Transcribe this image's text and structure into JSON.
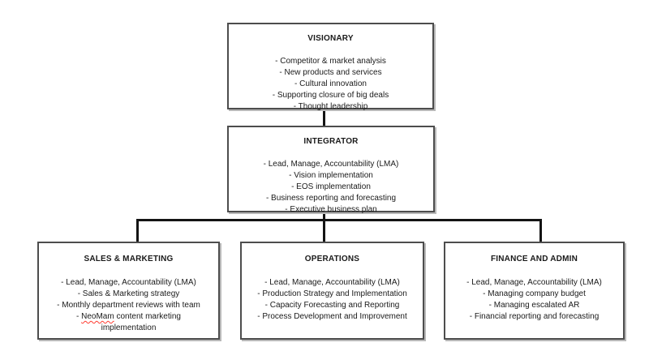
{
  "diagram": {
    "type": "org-chart",
    "colors": {
      "background": "#ffffff",
      "box_border": "#4d4d4d",
      "box_shadow": "#b8b8b8",
      "connector": "#141414",
      "text": "#1a1a1a",
      "spellcheck_underline": "#ff3b30"
    },
    "boxes": [
      {
        "id": "visionary",
        "title": "VISIONARY",
        "items": [
          "- Competitor & market analysis",
          "- New products and services",
          "- Cultural innovation",
          "- Supporting closure of big deals",
          "- Thought leadership"
        ]
      },
      {
        "id": "integrator",
        "title": "INTEGRATOR",
        "items": [
          "- Lead, Manage, Accountability (LMA)",
          "- Vision implementation",
          "- EOS implementation",
          "- Business reporting and forecasting",
          "- Executive business plan"
        ]
      },
      {
        "id": "sales-marketing",
        "title": "SALES & MARKETING",
        "items": [
          "- Lead, Manage, Accountability (LMA)",
          "- Sales & Marketing strategy",
          "- Monthly department reviews with team"
        ],
        "neomam_item": {
          "prefix": "- ",
          "flagged_word": "NeoMam",
          "rest": " content marketing implementation"
        }
      },
      {
        "id": "operations",
        "title": "OPERATIONS",
        "items": [
          "- Lead, Manage, Accountability (LMA)",
          "- Production Strategy and Implementation",
          "- Capacity Forecasting and Reporting",
          "- Process Development and Improvement"
        ]
      },
      {
        "id": "finance-admin",
        "title": "FINANCE AND ADMIN",
        "items": [
          "- Lead, Manage, Accountability (LMA)",
          "- Managing company budget",
          "- Managing escalated AR",
          "- Financial reporting and forecasting"
        ]
      }
    ],
    "structure": {
      "edges": [
        {
          "from": "VISIONARY",
          "to": "INTEGRATOR"
        },
        {
          "from": "INTEGRATOR",
          "to": "SALES & MARKETING"
        },
        {
          "from": "INTEGRATOR",
          "to": "OPERATIONS"
        },
        {
          "from": "INTEGRATOR",
          "to": "FINANCE AND ADMIN"
        }
      ]
    }
  }
}
